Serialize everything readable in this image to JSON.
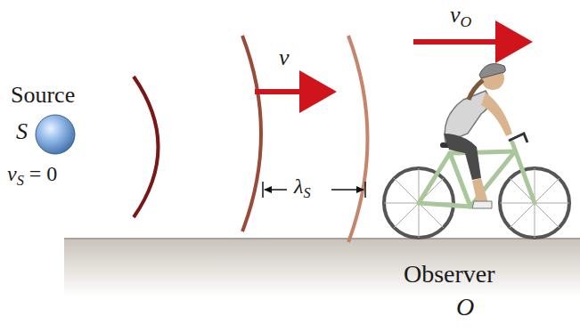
{
  "diagram": {
    "labels": [
      "Source",
      "S",
      "vS = 0",
      "v",
      "λS",
      "vO",
      "Observer",
      "O"
    ]
  }
}
